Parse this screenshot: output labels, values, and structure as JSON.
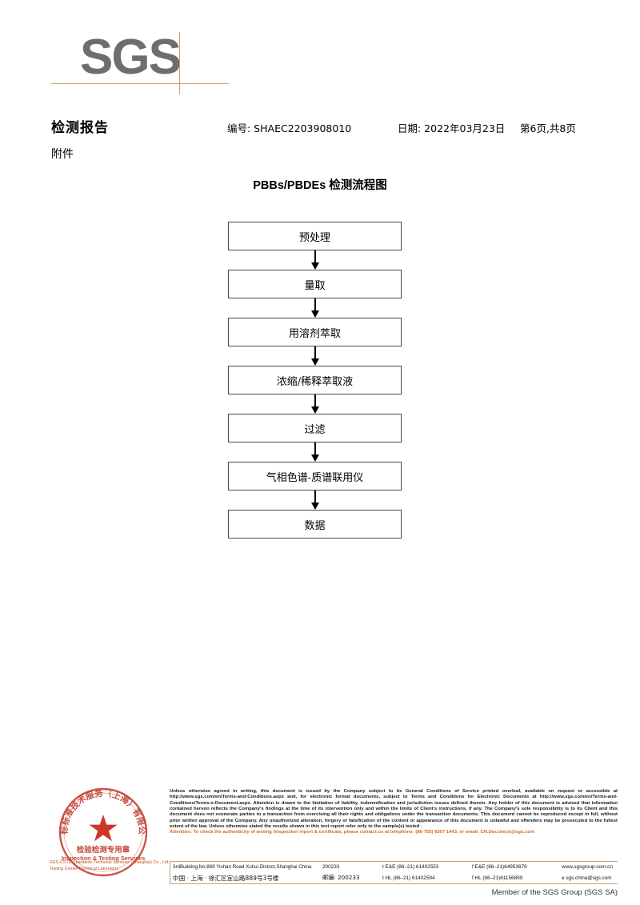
{
  "document": {
    "logo_text": "SGS",
    "report_title": "检测报告",
    "report_subtitle": "附件",
    "report_no": "编号: SHAEC2203908010",
    "report_date": "日期: 2022年03月23日",
    "page_info": "第6页,共8页"
  },
  "flowchart": {
    "title": "PBBs/PBDEs 检测流程图",
    "type": "flow",
    "steps": [
      {
        "label": "预处理"
      },
      {
        "label": "量取"
      },
      {
        "label": "用溶剂萃取"
      },
      {
        "label": "浓缩/稀释萃取液"
      },
      {
        "label": "过滤"
      },
      {
        "label": "气相色谱-质谱联用仪"
      },
      {
        "label": "数据"
      }
    ]
  },
  "seal": {
    "arc_top": "通标标准技术服务（上海）有限公司",
    "center_cn": "检验检测专用章",
    "center_en": "Inspection & Testing Services",
    "caption_line1": "SGS-CSTC Standards Technical Services (Shanghai) Co., Ltd.",
    "caption_line2": "Testing Center-Chemical Laboratory"
  },
  "legal": {
    "paragraph": "Unless otherwise agreed in writing, this document is issued by the Company subject to its General Conditions of Service printed overleaf, available on request or accessible at http://www.sgs.com/en/Terms-and-Conditions.aspx and, for electronic format documents, subject to Terms and Conditions for Electronic Documents at http://www.sgs.com/en/Terms-and-Conditions/Terms-e-Document.aspx. Attention is drawn to the limitation of liability, indemnification and jurisdiction issues defined therein. Any holder of this document is advised that information contained hereon reflects the Company's findings at the time of its intervention only and within the limits of Client's instructions, if any. The Company's sole responsibility is to its Client and this document does not exonerate parties to a transaction from exercising all their rights and obligations under the transaction documents. This document cannot be reproduced except in full, without prior written approval of the Company. Any unauthorized alteration, forgery or falsification of the content or appearance of this document is unlawful and offenders may be prosecuted to the fullest extent of the law. Unless otherwise stated the results shown in this test report refer only to the sample(s) tested .",
    "attention": "Attention: To check the authenticity of testing /inspection report & certificate, please contact us at telephone: (86-755) 8307 1443, or email: CN.Doccheck@sgs.com"
  },
  "address": {
    "en": {
      "street": "3rdBuilding,No.889 Yishan Road Xuhui District,Shanghai China",
      "zip": "200233",
      "tel": "t E&E (86–21) 61402553",
      "fax": "f E&E (86–21)64953679",
      "web": "www.sgsgroup.com.cn"
    },
    "cn": {
      "street": "中国 · 上海 · 徐汇区宜山路889号3号楼",
      "zip": "邮编: 200233",
      "tel": "t HL (86–21) 61402594",
      "fax": "f HL (86–21)61156899",
      "web": "e  sgs.china@sgs.com"
    }
  },
  "footer": {
    "member_line": "Member of the SGS Group (SGS SA)"
  },
  "colors": {
    "logo_gray": "#6e6e6e",
    "rule_tan": "#c9a176",
    "attention_orange": "#d2691e",
    "seal_red": "#c0392b"
  }
}
